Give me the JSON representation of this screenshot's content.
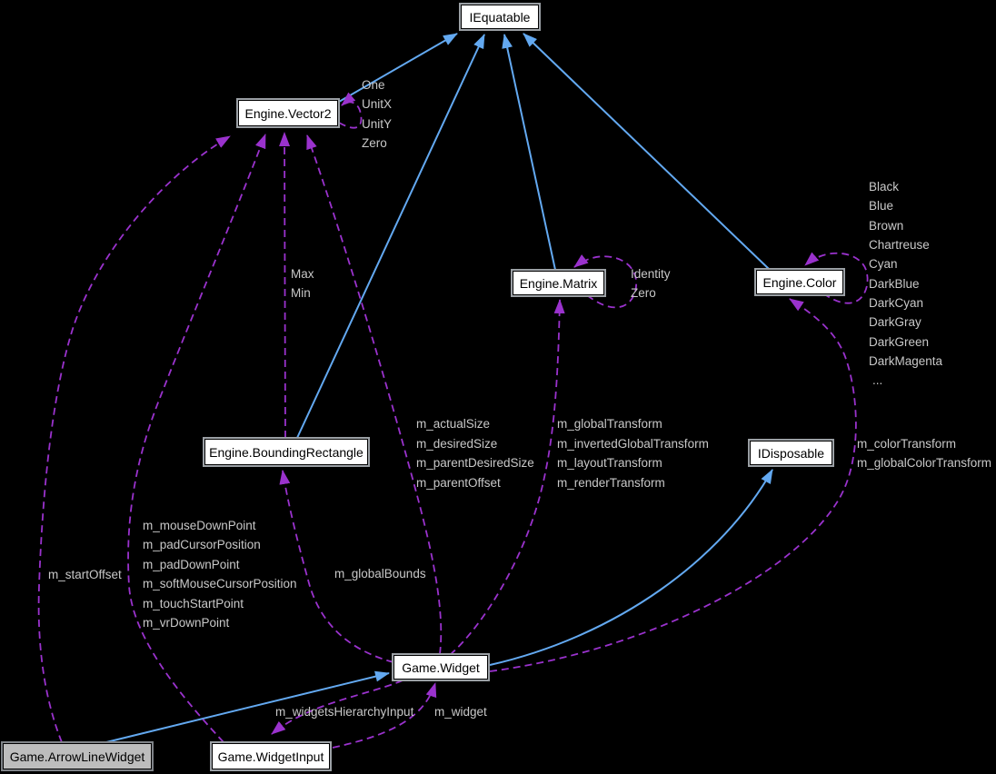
{
  "nodes": {
    "iequatable": "IEquatable",
    "vector2": "Engine.Vector2",
    "matrix": "Engine.Matrix",
    "color": "Engine.Color",
    "bounding_rectangle": "Engine.BoundingRectangle",
    "idisposable": "IDisposable",
    "widget": "Game.Widget",
    "arrow_line_widget": "Game.ArrowLineWidget",
    "widget_input": "Game.WidgetInput"
  },
  "edge_labels": {
    "vector2_statics": [
      "One",
      "UnitX",
      "UnitY",
      "Zero"
    ],
    "matrix_statics": [
      "Identity",
      "Zero"
    ],
    "color_statics": [
      "Black",
      "Blue",
      "Brown",
      "Chartreuse",
      "Cyan",
      "DarkBlue",
      "DarkCyan",
      "DarkGray",
      "DarkGreen",
      "DarkMagenta",
      "..."
    ],
    "boundingrectangle_to_vector2": [
      "Max",
      "Min"
    ],
    "widget_to_vector2": [
      "m_actualSize",
      "m_desiredSize",
      "m_parentDesiredSize",
      "m_parentOffset"
    ],
    "widget_to_matrix": [
      "m_globalTransform",
      "m_invertedGlobalTransform",
      "m_layoutTransform",
      "m_renderTransform"
    ],
    "widget_to_color": [
      "m_colorTransform",
      "m_globalColorTransform"
    ],
    "widgetinput_to_vector2": [
      "m_mouseDownPoint",
      "m_padCursorPosition",
      "m_padDownPoint",
      "m_softMouseCursorPosition",
      "m_touchStartPoint",
      "m_vrDownPoint"
    ],
    "arrowlinewidget_to_vector2": [
      "m_startOffset"
    ],
    "widget_to_boundingrectangle": [
      "m_globalBounds"
    ],
    "widget_to_widgetinput": [
      "m_widgetsHierarchyInput"
    ],
    "widgetinput_to_widget": [
      "m_widget"
    ]
  },
  "colors": {
    "background": "#000000",
    "inheritance_edge": "#63a9f1",
    "usage_edge": "#9a32cd",
    "edge_label_text": "#c8c8c8",
    "node_fill": "#ffffff",
    "node_text": "#000000",
    "highlighted_node_fill": "#bdbdbd"
  }
}
